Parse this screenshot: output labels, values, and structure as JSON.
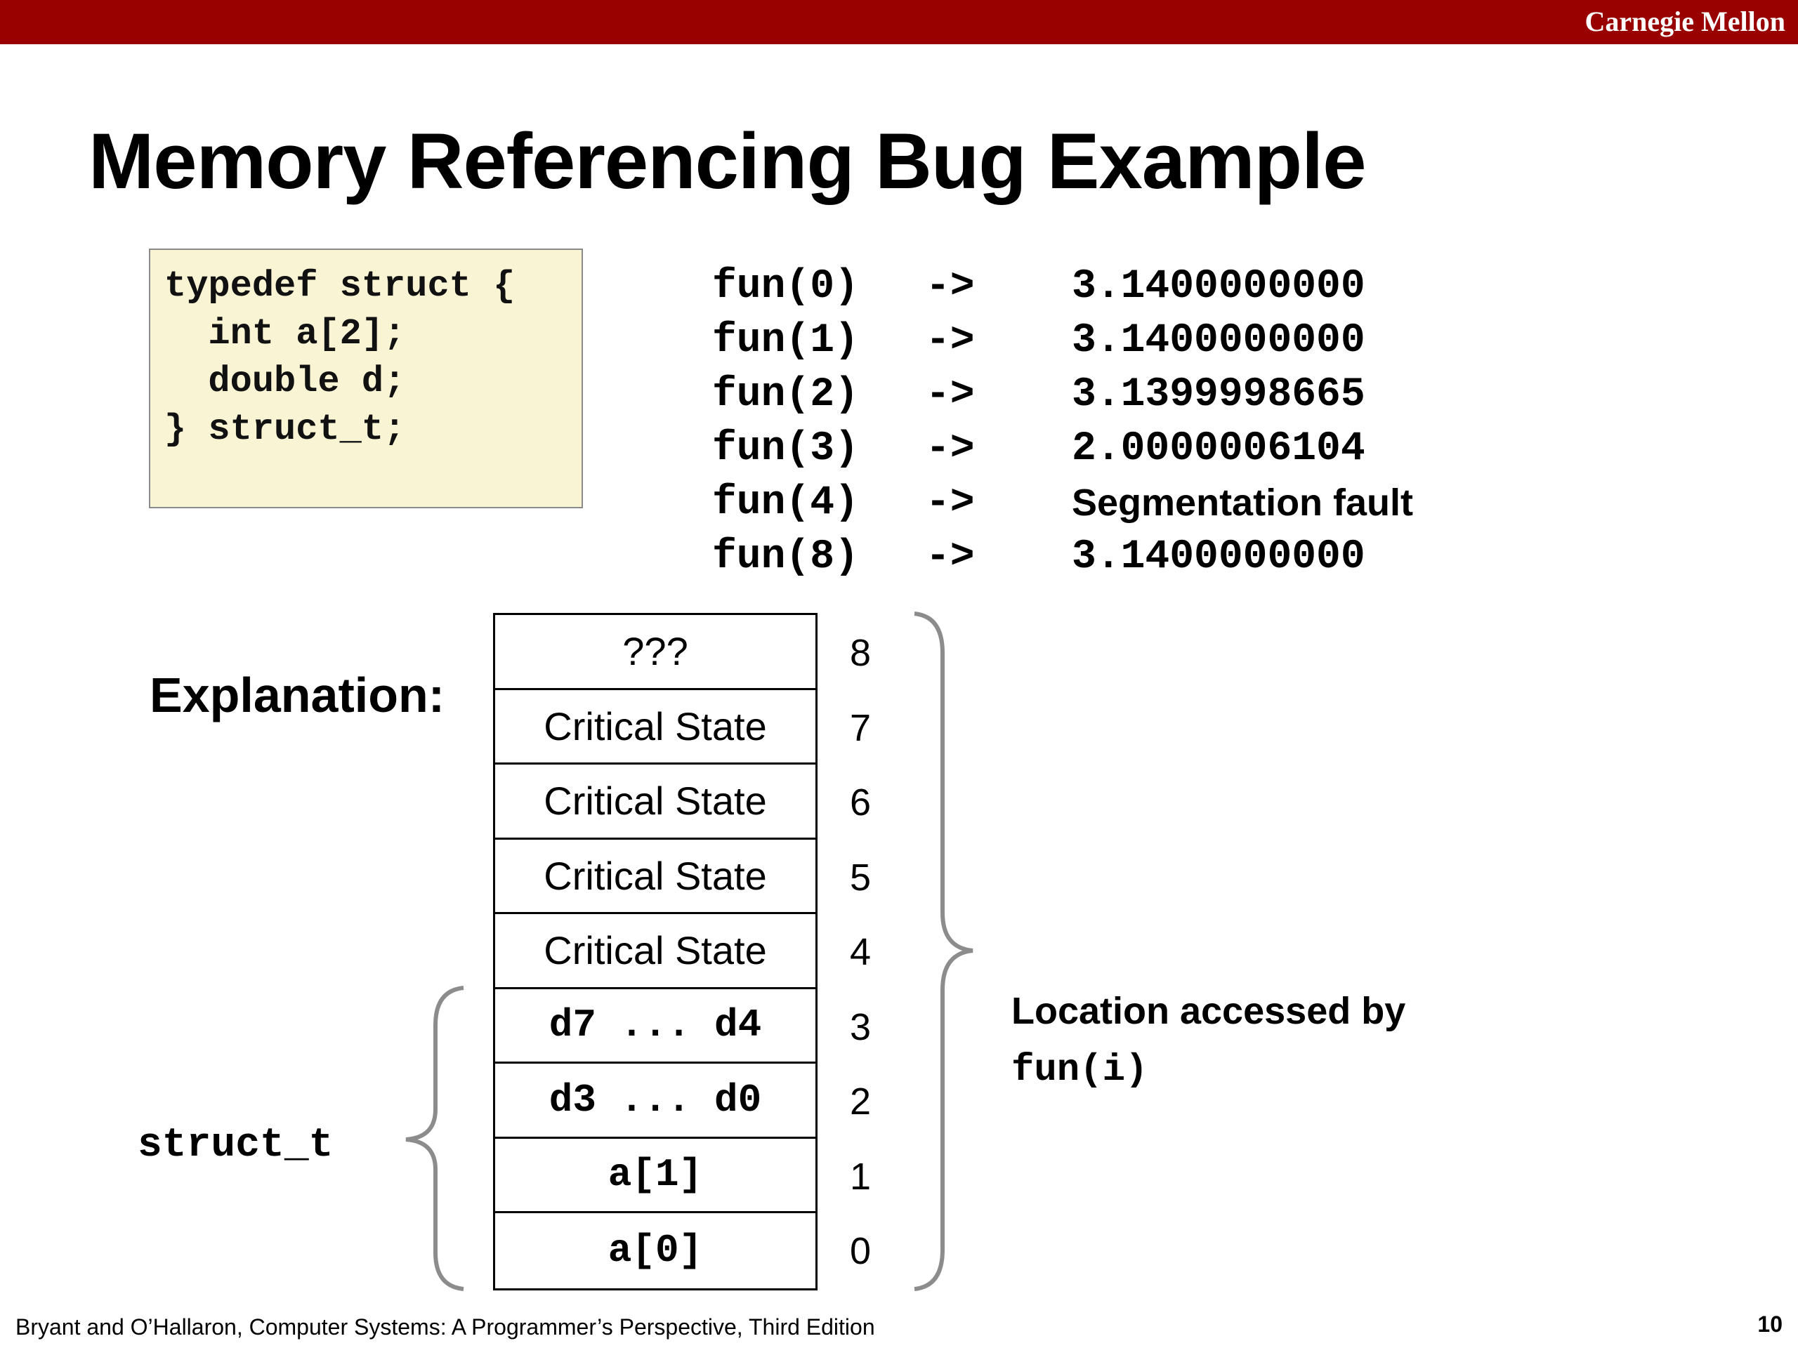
{
  "header": {
    "brand": "Carnegie Mellon"
  },
  "title": "Memory Referencing Bug Example",
  "code": "typedef struct {\n  int a[2];\n  double d;\n} struct_t;",
  "calls": [
    {
      "call": "fun(0)",
      "arrow": "->",
      "result": "3.1400000000"
    },
    {
      "call": "fun(1)",
      "arrow": "->",
      "result": "3.1400000000"
    },
    {
      "call": "fun(2)",
      "arrow": "->",
      "result": "3.1399998665"
    },
    {
      "call": "fun(3)",
      "arrow": "->",
      "result": "2.0000006104"
    },
    {
      "call": "fun(4)",
      "arrow": "->",
      "result": "Segmentation fault"
    },
    {
      "call": "fun(8)",
      "arrow": "->",
      "result": "3.1400000000"
    }
  ],
  "explanation_label": "Explanation:",
  "memory": [
    {
      "content": "???",
      "index": "8"
    },
    {
      "content": "Critical State",
      "index": "7"
    },
    {
      "content": "Critical State",
      "index": "6"
    },
    {
      "content": "Critical State",
      "index": "5"
    },
    {
      "content": "Critical State",
      "index": "4"
    },
    {
      "content": "d7 ... d4",
      "index": "3"
    },
    {
      "content": "d3 ... d0",
      "index": "2"
    },
    {
      "content": "a[1]",
      "index": "1"
    },
    {
      "content": "a[0]",
      "index": "0"
    }
  ],
  "location_label": "Location accessed by",
  "location_code": "fun(i)",
  "struct_label": "struct_t",
  "footer": {
    "citation": "Bryant and O’Hallaron, Computer Systems: A Programmer’s Perspective, Third Edition",
    "page": "10"
  }
}
